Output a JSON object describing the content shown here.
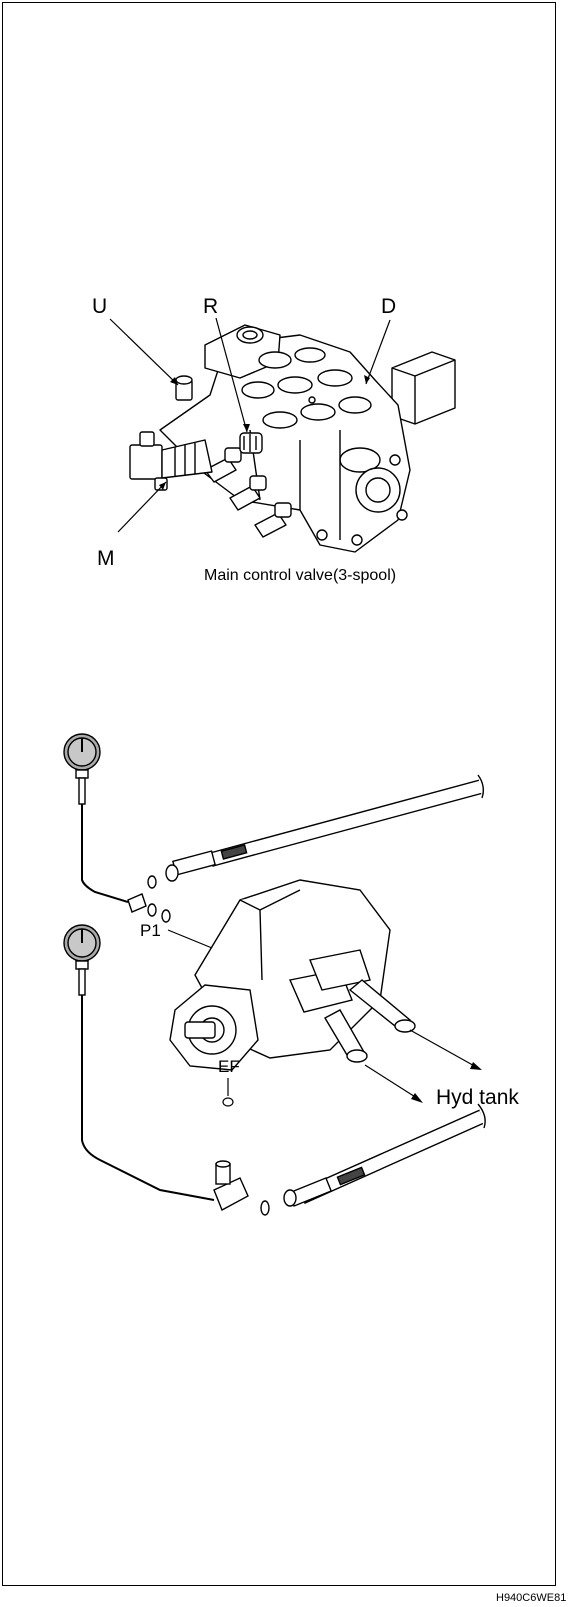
{
  "valve": {
    "labels": {
      "u": "U",
      "r": "R",
      "d": "D",
      "m": "M"
    },
    "caption": "Main control valve(3-spool)"
  },
  "pump": {
    "labels": {
      "p1": "P1",
      "ef": "EF",
      "hyd_tank": "Hyd tank"
    }
  },
  "footer": {
    "code": "H940C6WE81"
  }
}
